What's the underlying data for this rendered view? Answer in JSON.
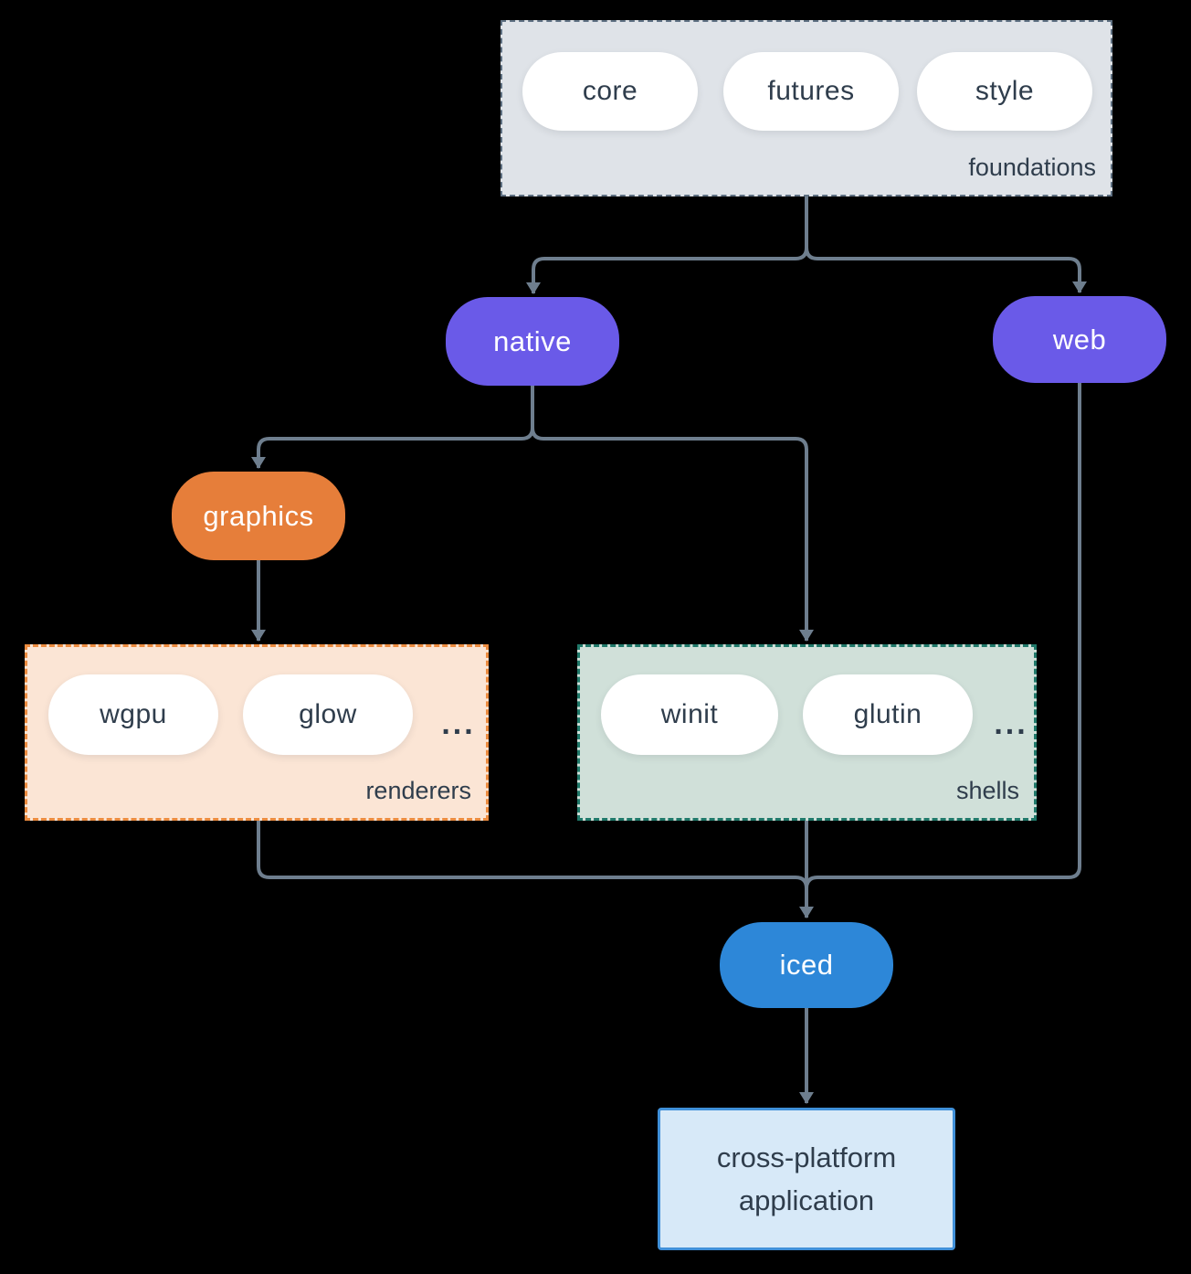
{
  "groups": {
    "foundations": {
      "label": "foundations",
      "pills": [
        "core",
        "futures",
        "style"
      ]
    },
    "renderers": {
      "label": "renderers",
      "pills": [
        "wgpu",
        "glow"
      ],
      "more": "..."
    },
    "shells": {
      "label": "shells",
      "pills": [
        "winit",
        "glutin"
      ],
      "more": "..."
    }
  },
  "nodes": {
    "native": {
      "label": "native",
      "color": "#6a5ae8"
    },
    "web": {
      "label": "web",
      "color": "#6a5ae8"
    },
    "graphics": {
      "label": "graphics",
      "color": "#e67e3a"
    },
    "iced": {
      "label": "iced",
      "color": "#2d87d8"
    },
    "application": {
      "label": "cross-platform application",
      "lines": [
        "cross-platform",
        "application"
      ]
    }
  },
  "colors": {
    "background": "#000000",
    "edge": "#6e7e8e",
    "text_dark": "#2f3d4c",
    "node_text": "#ffffff",
    "foundations_fill": "#dfe3e8",
    "foundations_border": "#5f7183",
    "renderers_fill": "#fbe5d5",
    "renderers_border": "#ec8c40",
    "shells_fill": "#d0e0d9",
    "shells_border": "#20796a",
    "application_fill": "#d7e9f8",
    "application_border": "#4090d9"
  }
}
